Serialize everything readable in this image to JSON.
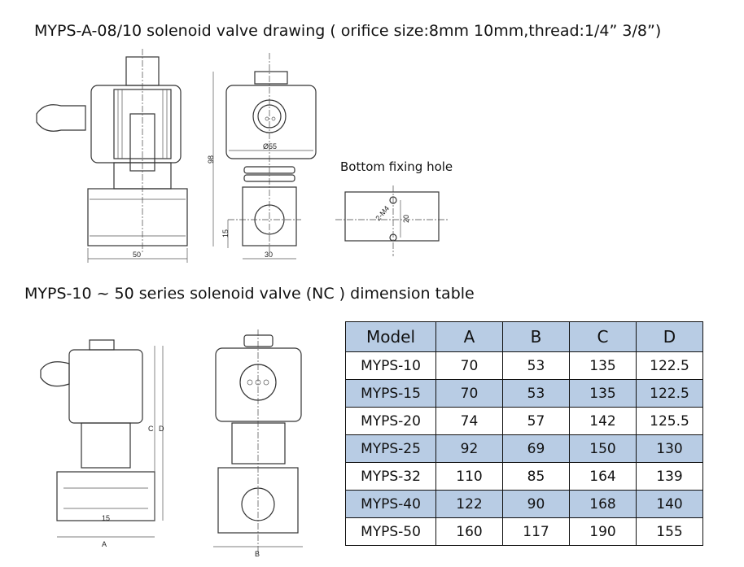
{
  "title_top": "MYPS-A-08/10 solenoid valve drawing ( orifice size:8mm 10mm,thread:1/4” 3/8”)",
  "title_table": "MYPS-10 ~ 50 series solenoid valve (NC ) dimension table",
  "drawing_top": {
    "width_label": "50",
    "height_label": "98",
    "diameter_label": "Ø55",
    "port_height_label": "15",
    "body_width_label": "30",
    "bottom_fixing_hole": "Bottom fixing hole",
    "hole_label": "2-M4",
    "hole_spacing_label": "20"
  },
  "drawing_bottom": {
    "a_label": "A",
    "b_label": "B",
    "c_label": "C",
    "d_label": "D",
    "port_label": "15"
  },
  "table": {
    "headers": [
      "Model",
      "A",
      "B",
      "C",
      "D"
    ],
    "rows": [
      [
        "MYPS-10",
        "70",
        "53",
        "135",
        "122.5"
      ],
      [
        "MYPS-15",
        "70",
        "53",
        "135",
        "122.5"
      ],
      [
        "MYPS-20",
        "74",
        "57",
        "142",
        "125.5"
      ],
      [
        "MYPS-25",
        "92",
        "69",
        "150",
        "130"
      ],
      [
        "MYPS-32",
        "110",
        "85",
        "164",
        "139"
      ],
      [
        "MYPS-40",
        "122",
        "90",
        "168",
        "140"
      ],
      [
        "MYPS-50",
        "160",
        "117",
        "190",
        "155"
      ]
    ],
    "header_color": "#b8cce4"
  }
}
